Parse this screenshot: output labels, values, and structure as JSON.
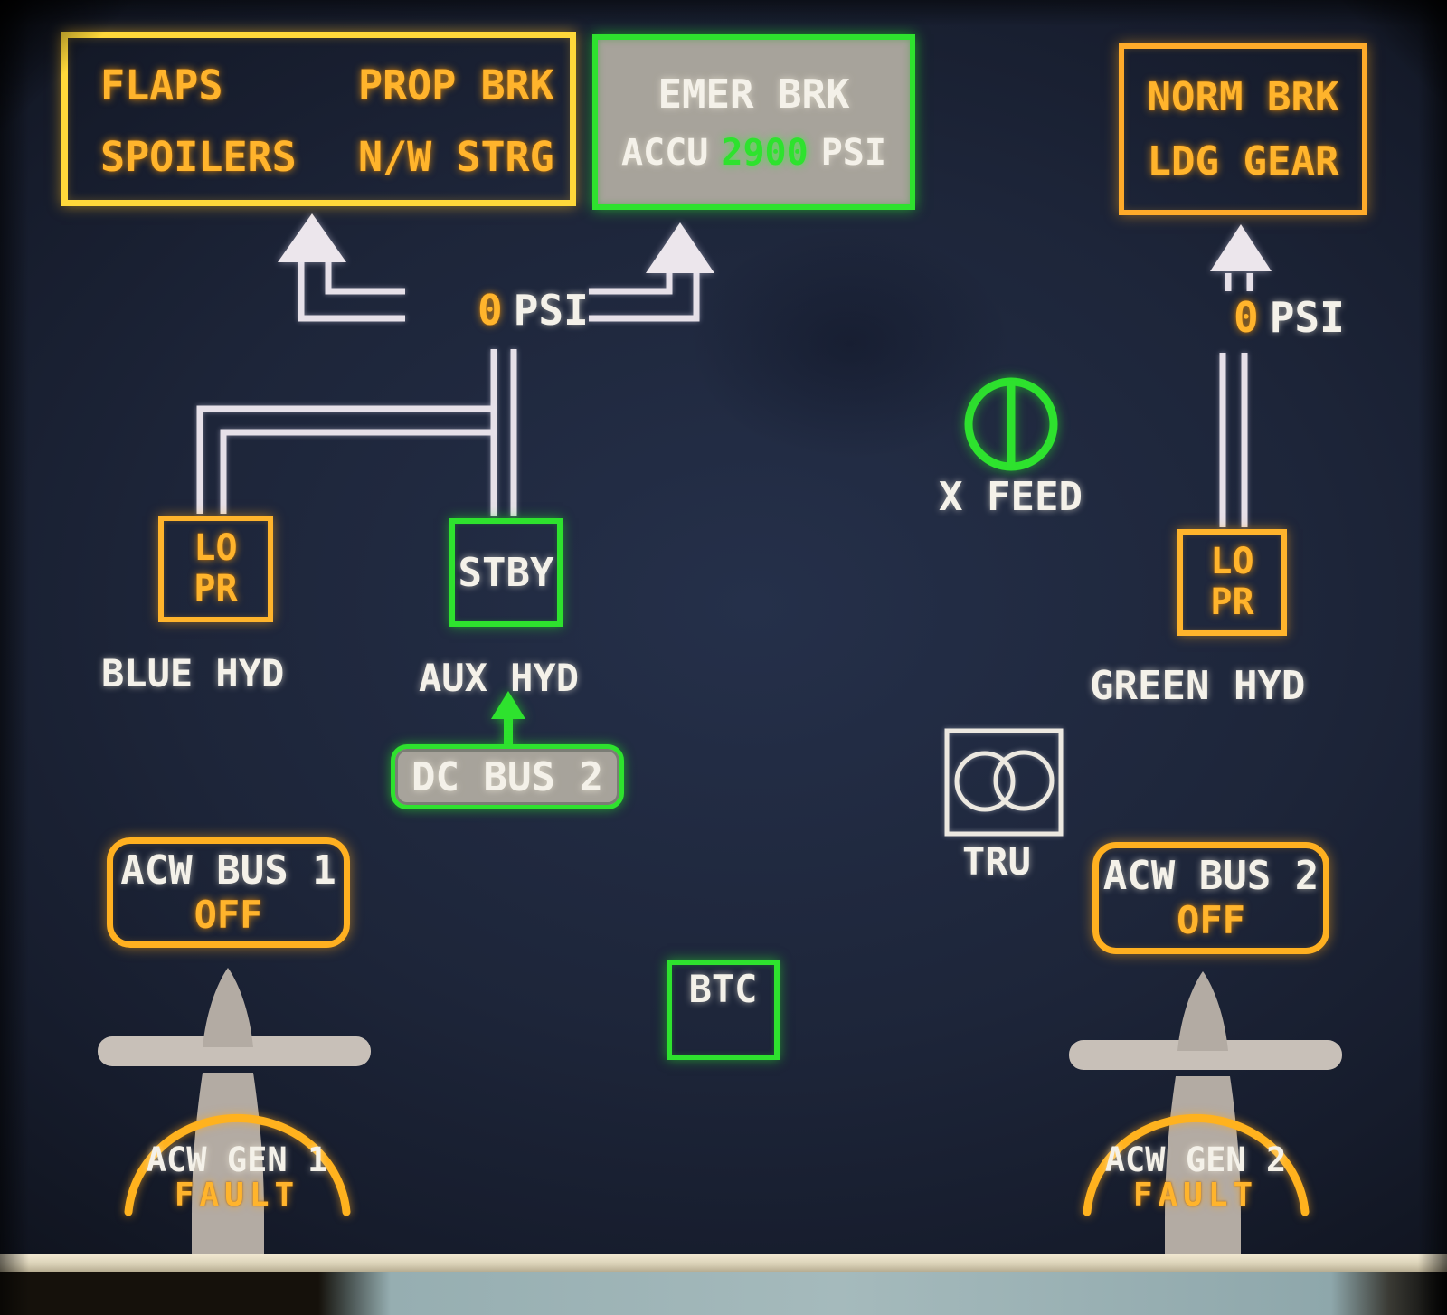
{
  "title_boxes": {
    "flaps": {
      "items": [
        "FLAPS",
        "PROP BRK",
        "SPOILERS",
        "N/W STRG"
      ]
    },
    "emer_brk": {
      "line1": "EMER BRK",
      "accu_label": "ACCU",
      "accu_value": "2900",
      "accu_unit": "PSI"
    },
    "norm_brk": {
      "line1": "NORM BRK",
      "line2": "LDG GEAR"
    }
  },
  "pressure_labels": {
    "center": {
      "value": "0",
      "unit": "PSI"
    },
    "green": {
      "value": "0",
      "unit": "PSI"
    }
  },
  "hydraulics": {
    "blue": {
      "status_line1": "LO",
      "status_line2": "PR",
      "label": "BLUE HYD"
    },
    "aux": {
      "pump_status": "STBY",
      "label": "AUX HYD"
    },
    "green": {
      "status_line1": "LO",
      "status_line2": "PR",
      "label": "GREEN HYD"
    }
  },
  "valves": {
    "xfeed_label": "X FEED"
  },
  "electrical": {
    "dc_bus2_label": "DC BUS 2",
    "tru_label": "TRU",
    "btc_label": "BTC",
    "acw_bus1": {
      "name": "ACW BUS 1",
      "status": "OFF"
    },
    "acw_bus2": {
      "name": "ACW BUS 2",
      "status": "OFF"
    },
    "acw_gen1": {
      "name": "ACW GEN 1",
      "status": "FAULT"
    },
    "acw_gen2": {
      "name": "ACW GEN 2",
      "status": "FAULT"
    }
  },
  "colors": {
    "amber": "#ffb42c",
    "yellow": "#ffd83a",
    "green": "#2ee22e",
    "white": "#f4f1e9",
    "gray_fill": "#a7a39b",
    "pipe": "#e6e0e8"
  }
}
